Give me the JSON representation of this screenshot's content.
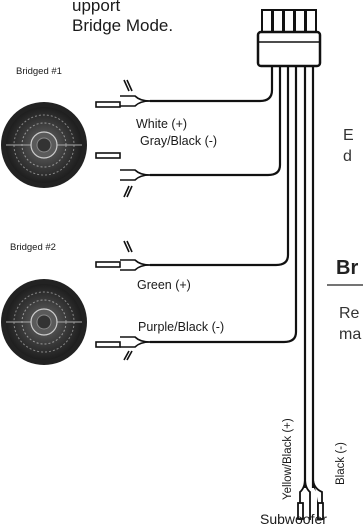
{
  "header": {
    "line1": "upport",
    "line2": "Bridge Mode."
  },
  "speakers": [
    {
      "label": "Bridged #1"
    },
    {
      "label": "Bridged #2"
    }
  ],
  "wires": {
    "white": "White (+)",
    "gray_black": "Gray/Black (-)",
    "green": "Green (+)",
    "purple_black": "Purple/Black (-)",
    "yellow_black": "Yellow/Black (+)",
    "black": "Black (-)"
  },
  "footer": {
    "subwoofer": "Subwoofer"
  },
  "right_column": {
    "e_line": "E",
    "d_line": "d",
    "heading": "Br",
    "re_line": "Re",
    "ma_line": "ma"
  }
}
